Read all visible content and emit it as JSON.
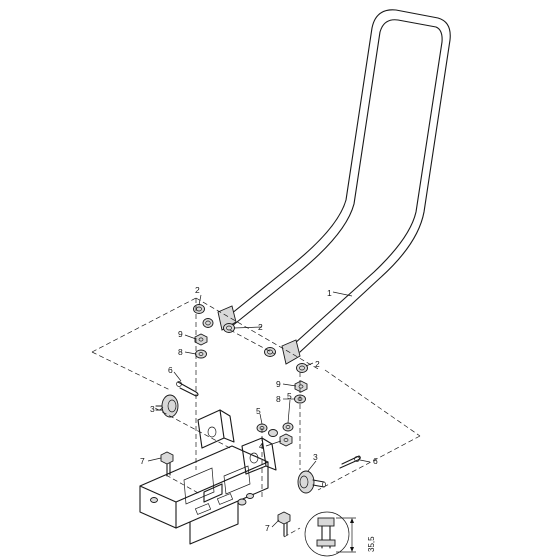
{
  "callouts": {
    "c1": "1",
    "c2a": "2",
    "c2b": "2",
    "c2c": "2",
    "c3a": "3",
    "c3b": "3",
    "c4": "4",
    "c5a": "5",
    "c5b": "5",
    "c6a": "6",
    "c6b": "6",
    "c7a": "7",
    "c7b": "7",
    "c8a": "8",
    "c8b": "8",
    "c9a": "9",
    "c9b": "9"
  },
  "dimension": {
    "value": "35,5"
  }
}
